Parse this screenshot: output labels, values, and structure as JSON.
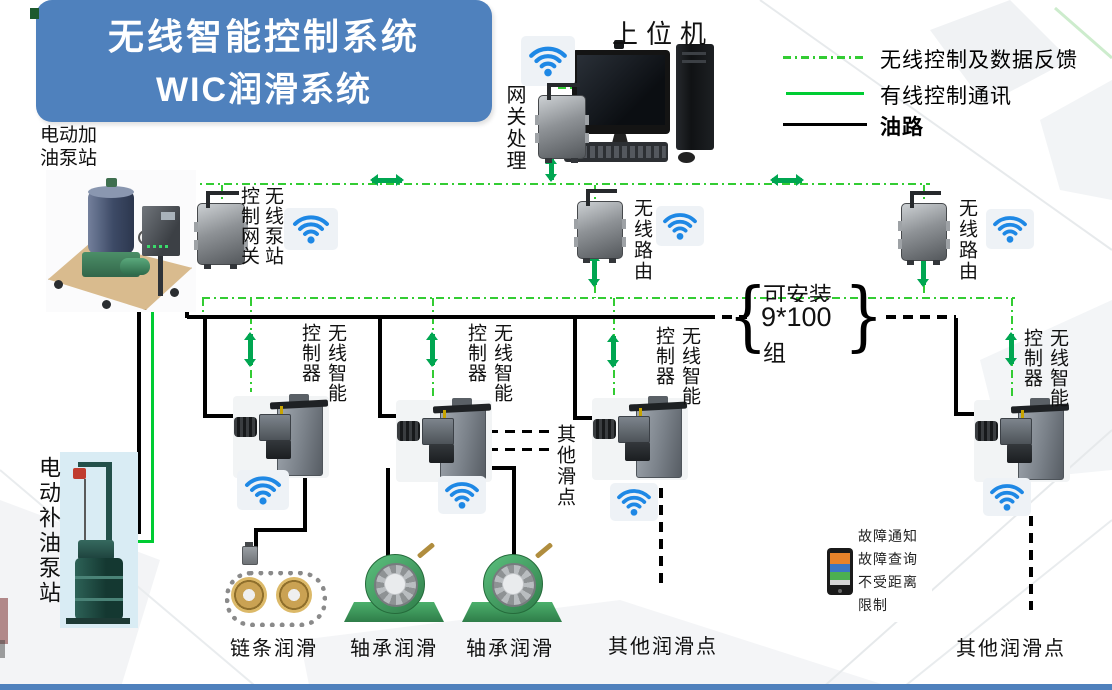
{
  "title": {
    "line1": "无线智能控制系统",
    "line2": "WIC润滑系统"
  },
  "legend": [
    {
      "label": "无线控制及数据反馈",
      "style": "green-dash-dot",
      "color": "#33cc33"
    },
    {
      "label": "有线控制通讯",
      "style": "green-solid",
      "color": "#00cc33"
    },
    {
      "label": "油路",
      "style": "black-solid",
      "color": "#000000"
    }
  ],
  "labels": {
    "host_computer": "上位机",
    "gateway_processing": "网关处理",
    "fill_pump_line1": "电动加",
    "fill_pump_line2": "油泵站",
    "pump_gateway": "无线泵站控制网关",
    "router": "无线路由",
    "controller": "无线智能控制器",
    "refill_pump": "电动补油泵站",
    "other_slide_points": "其他滑点",
    "chain_lube": "链条润滑",
    "bearing_lube": "轴承润滑",
    "other_lube_points": "其他润滑点"
  },
  "capacity_note": {
    "line1": "可安装",
    "line2": "9*100",
    "line3": "组",
    "brace_left": "{",
    "brace_right": "}"
  },
  "fault_box": {
    "line1": "故障通知",
    "line2": "故障查询",
    "line3": "不受距离",
    "line4": "限制"
  },
  "icons": {
    "wifi": "wifi-signal-arcs",
    "double_arrow": "bidirectional-green-arrow"
  },
  "colors": {
    "title_bg": "#4f81bd",
    "wireless_line": "#33cc33",
    "wired_line": "#00cc33",
    "oil_line": "#000000",
    "arrow_green": "#00a651",
    "wifi_blue": "#1e88e5",
    "bottom_bar": "#4f81bd"
  }
}
